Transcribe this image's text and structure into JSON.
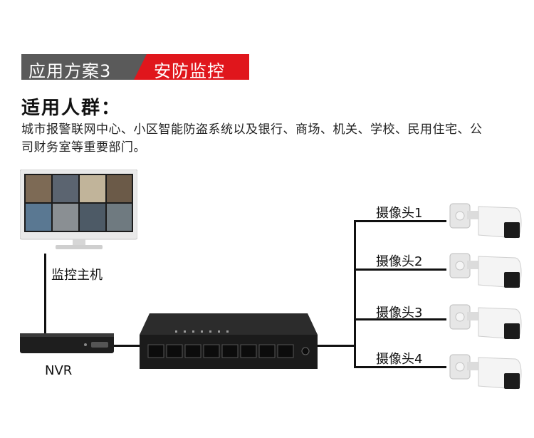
{
  "header": {
    "scheme_label": "应用方案3",
    "scheme_name": "安防监控"
  },
  "audience": {
    "title": "适用人群：",
    "description": "城市报警联网中心、小区智能防盗系统以及银行、商场、机关、学校、民用住宅、公司财务室等重要部门。"
  },
  "devices": {
    "monitor_label": "监控主机",
    "nvr_label": "NVR",
    "cameras": [
      {
        "label": "摄像头1"
      },
      {
        "label": "摄像头2"
      },
      {
        "label": "摄像头3"
      },
      {
        "label": "摄像头4"
      }
    ]
  },
  "colors": {
    "accent_red": "#e0161c",
    "tag_gray": "#5a5a5a",
    "wire": "#111111"
  }
}
